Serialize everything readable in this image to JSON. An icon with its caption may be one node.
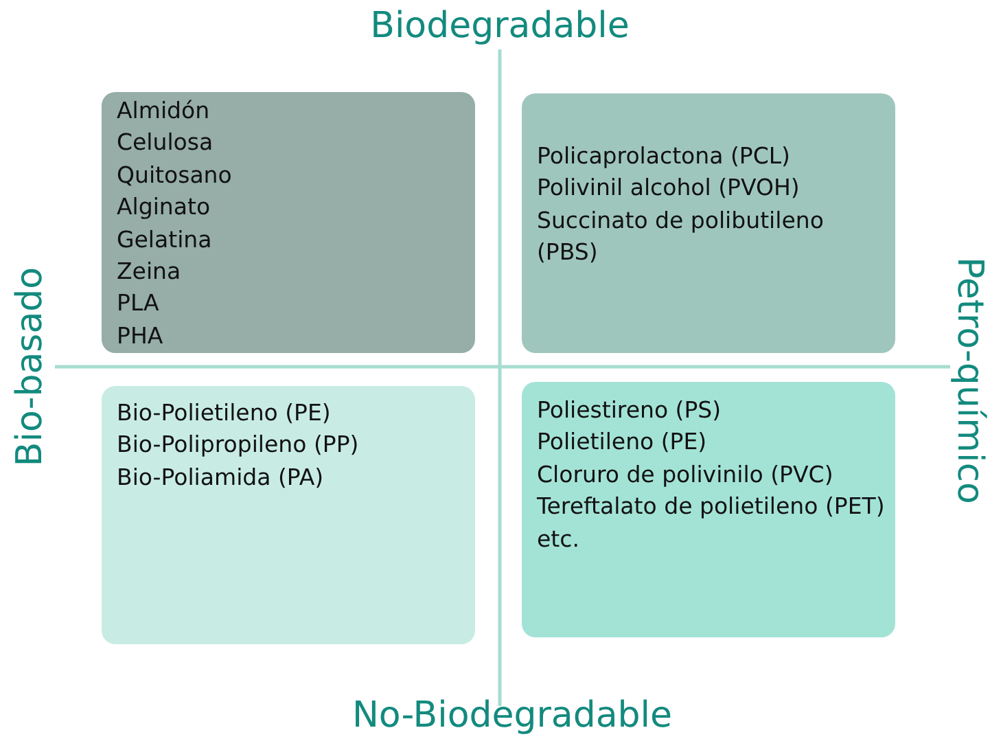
{
  "diagram": {
    "nodes": [
      {
        "text": [
          "Almidón",
          "Celulosa",
          "Quitosano",
          "Alginato",
          "Gelatina",
          "Zeina",
          "PLA",
          "PHA"
        ]
      },
      {
        "text": [
          "Policaprolactona (PCL)",
          "Polivinil alcohol (PVOH)",
          "Succinato de polibutileno (PBS)"
        ]
      },
      {
        "text": [
          "Bio-Polietileno (PE)",
          "Bio-Polipropileno (PP)",
          "Bio-Poliamida (PA)"
        ]
      },
      {
        "text": [
          "Poliestireno (PS)",
          "Polietileno (PE)",
          "Cloruro de polivinilo (PVC)",
          "Tereftalato de polietileno (PET)",
          "etc."
        ]
      }
    ],
    "labels": [
      "Biodegradable",
      "Bio-basado",
      "Petro-químico",
      "No-Biodegradable"
    ]
  }
}
